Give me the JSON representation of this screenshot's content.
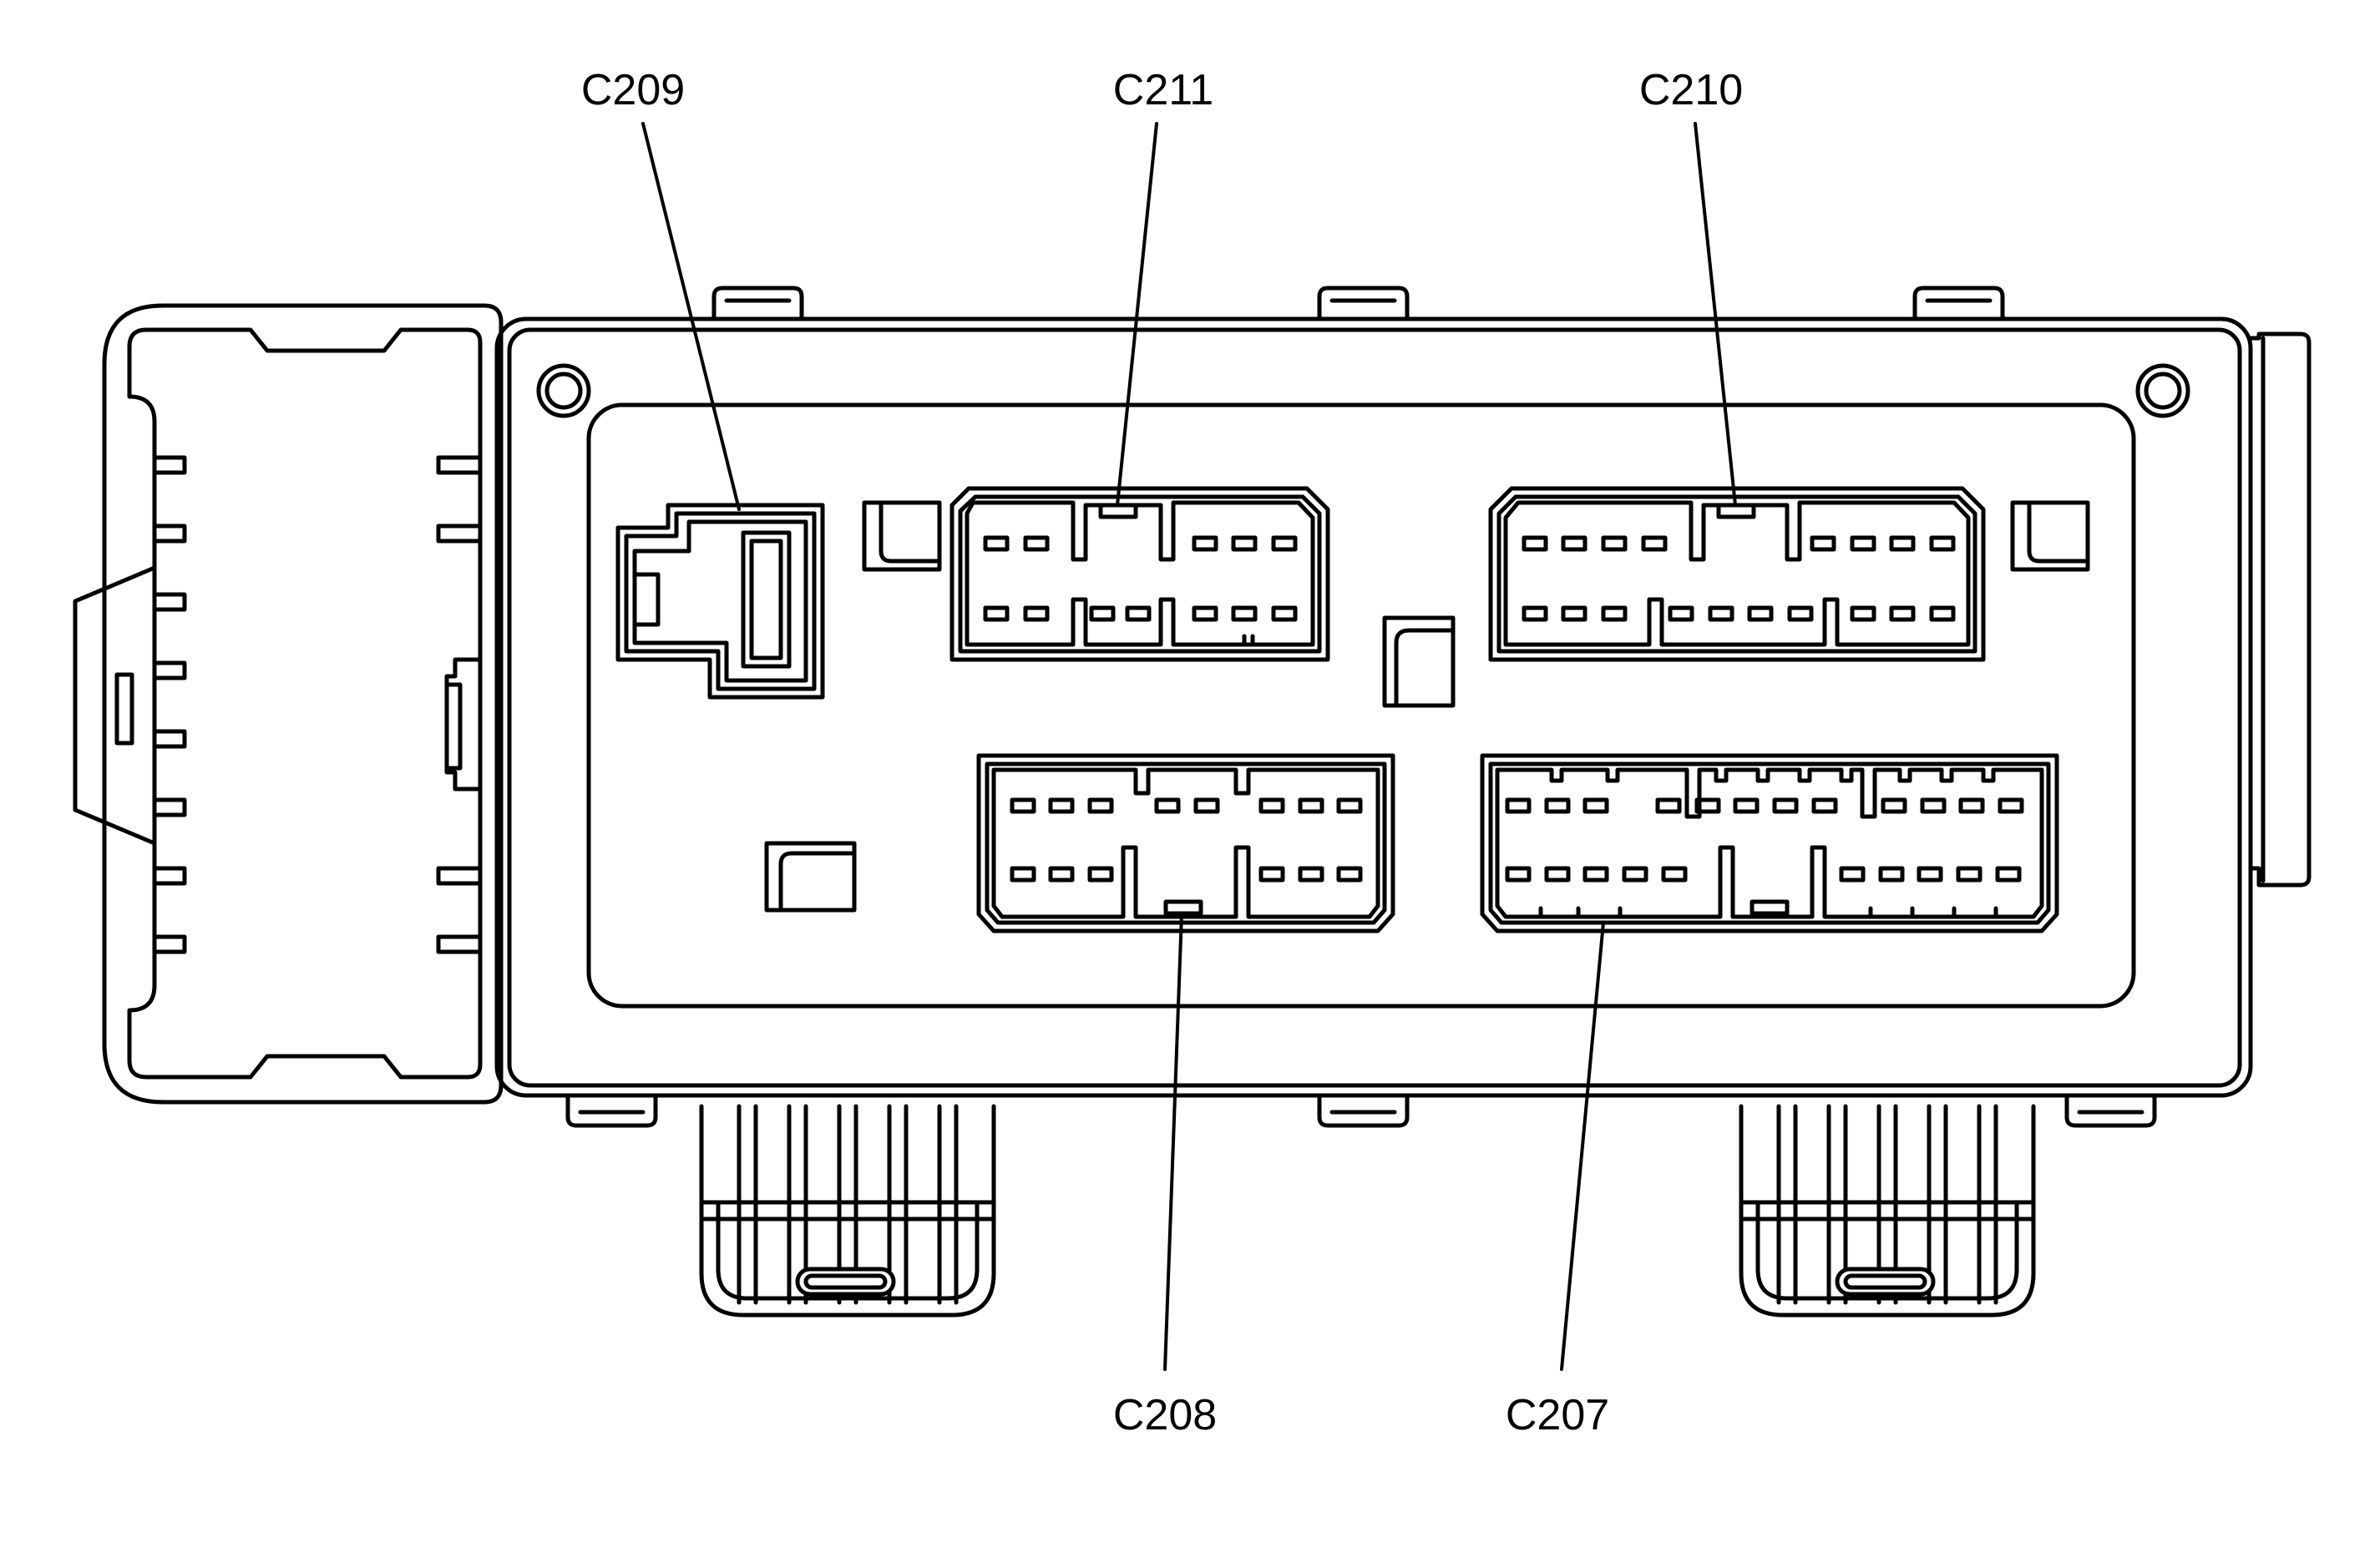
{
  "diagram": {
    "background": "#ffffff",
    "stroke_color": "#000000",
    "callouts": {
      "c209": "C209",
      "c211": "C211",
      "c210": "C210",
      "c208": "C208",
      "c207": "C207"
    }
  }
}
